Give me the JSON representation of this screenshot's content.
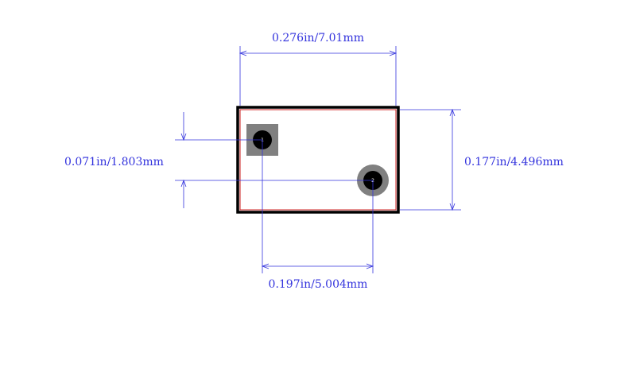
{
  "colors": {
    "background": "#ffffff",
    "dimension": "#3333dd",
    "outline": "#000000",
    "courtyard": "#cc2222",
    "pad": "#808080",
    "drill": "#000000",
    "pin_label": "#ffffff"
  },
  "dimensions": {
    "width_label": "0.276in/7.01mm",
    "height_label": "0.177in/4.496mm",
    "pin_spacing_x_label": "0.197in/5.004mm",
    "pin_spacing_y_label": "0.071in/1.803mm"
  },
  "pins": [
    {
      "label": "1",
      "pad_shape": "square"
    },
    {
      "label": "2",
      "pad_shape": "round"
    }
  ]
}
